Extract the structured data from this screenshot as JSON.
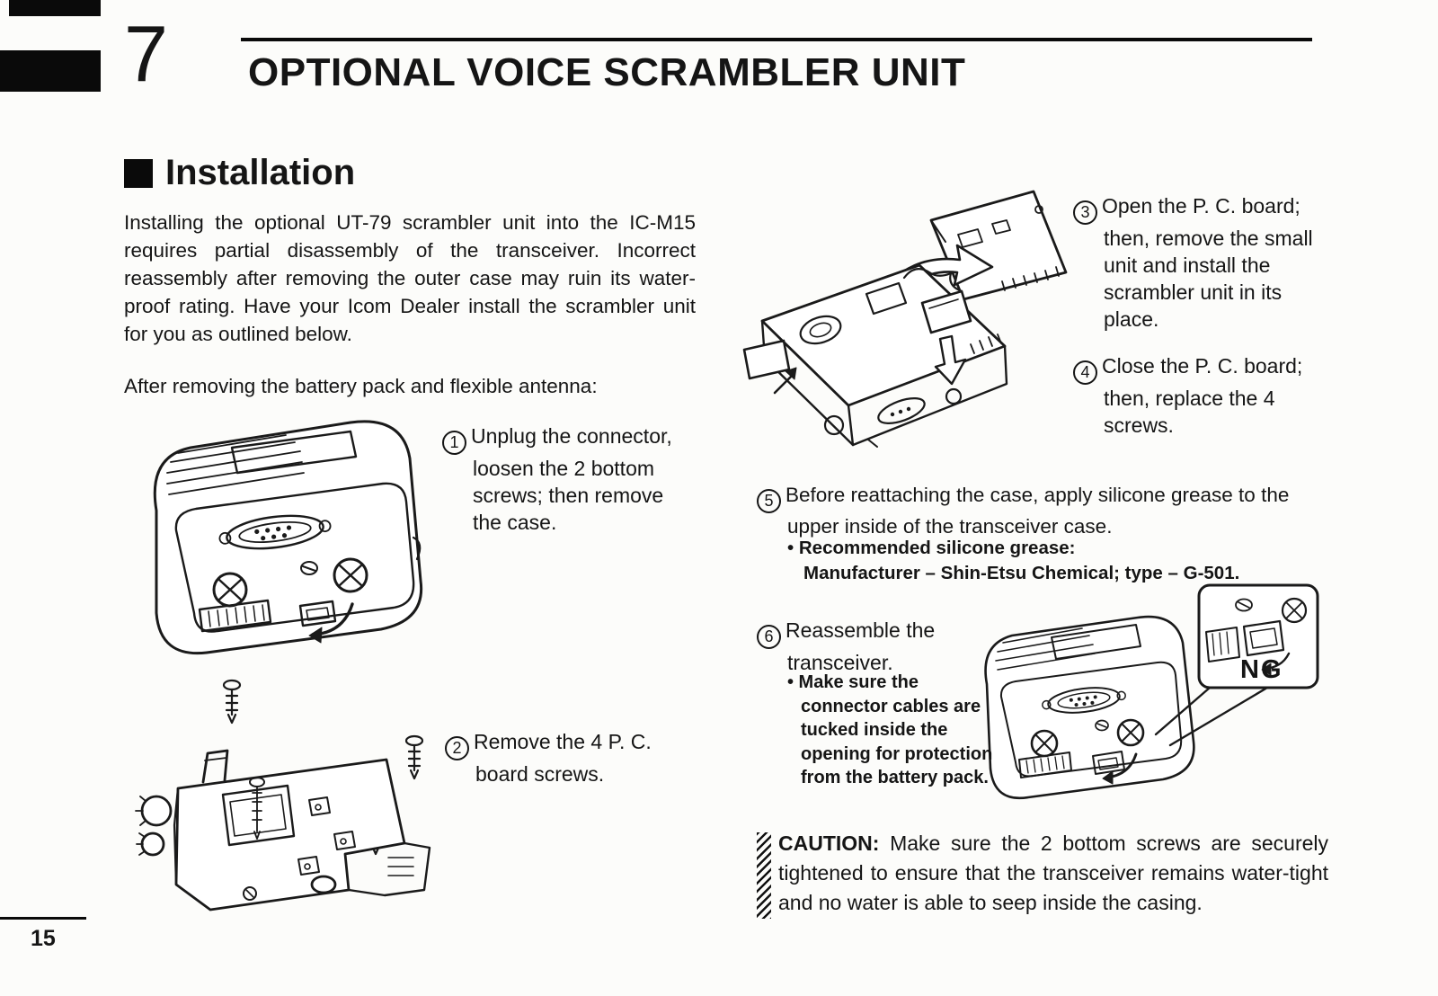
{
  "colors": {
    "ink": "#151515",
    "paper": "#fcfcfa"
  },
  "page": {
    "chapter_number": "7",
    "title": "OPTIONAL VOICE SCRAMBLER UNIT",
    "page_number": "15"
  },
  "installation": {
    "heading": "Installation",
    "intro": "Installing the optional UT-79 scrambler unit into the IC-M15 requires partial disassembly of the transceiver.  Incorrect reassembly after removing the outer case may ruin its water-proof rating.  Have your Icom Dealer install the scrambler unit for you as outlined below.",
    "after_note": "After removing the battery pack and flexible antenna:",
    "steps": [
      {
        "num": "1",
        "text": "Unplug the connector, loosen the 2 bottom screws; then remove the case."
      },
      {
        "num": "2",
        "text": "Remove the 4 P. C. board screws."
      },
      {
        "num": "3",
        "text": "Open the P. C. board; then, remove the small unit and install the scrambler unit in its place."
      },
      {
        "num": "4",
        "text": "Close the P. C. board; then, replace the 4 screws."
      },
      {
        "num": "5",
        "text": "Before reattaching the case, apply silicone grease to the upper inside of the transceiver case."
      },
      {
        "num": "6",
        "text": "Reassemble the transceiver."
      }
    ],
    "grease_bullet_line1": "• Recommended silicone grease:",
    "grease_bullet_line2": "Manufacturer – Shin-Etsu Chemical; type – G-501.",
    "reassemble_bullet": "• Make sure the connector cables are tucked inside the opening for protection from the battery pack.",
    "ng_label": "NG",
    "caution": {
      "label": "CAUTION:",
      "text": "Make sure the 2 bottom screws are securely tightened to ensure that the transceiver remains water-tight and no water is able to seep inside the casing."
    }
  }
}
